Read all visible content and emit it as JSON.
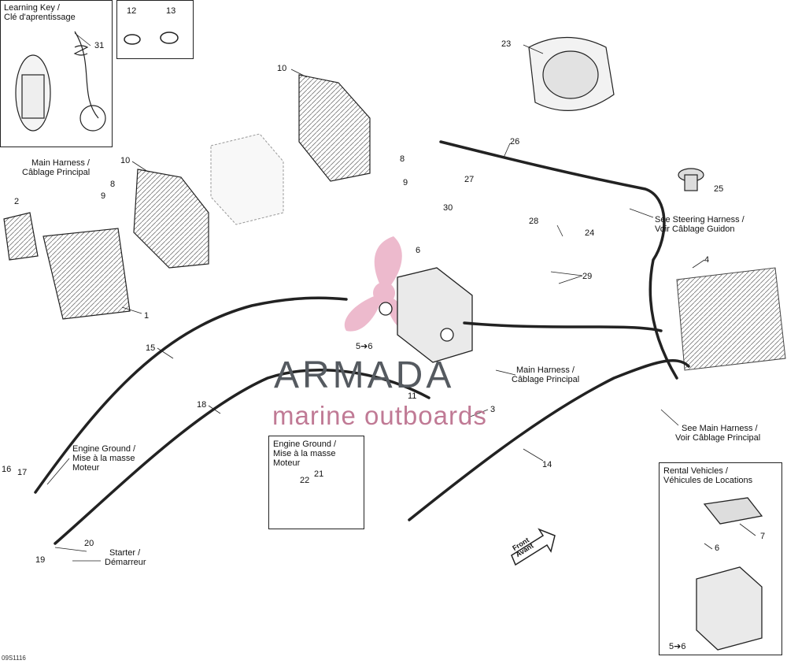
{
  "labels": {
    "learning_key_1": "Learning Key /",
    "learning_key_2": "Clé d'aprentissage",
    "main_harness_left_1": "Main Harness /",
    "main_harness_left_2": "Câblage Principal",
    "see_steering_1": "See Steering Harness /",
    "see_steering_2": "Voir Câblage Guidon",
    "main_harness_mid_1": "Main Harness /",
    "main_harness_mid_2": "Câblage Principal",
    "see_main_1": "See Main Harness /",
    "see_main_2": "Voir Câblage Principal",
    "engine_ground_left_1": "Engine Ground /",
    "engine_ground_left_2": "Mise à la masse",
    "engine_ground_left_3": "Moteur",
    "engine_ground_box_1": "Engine Ground /",
    "engine_ground_box_2": "Mise à la masse",
    "engine_ground_box_3": "Moteur",
    "starter_1": "Starter /",
    "starter_2": "Démarreur",
    "rental_1": "Rental Vehicles /",
    "rental_2": "Véhicules de Locations",
    "battery_ref_main": "5➔6",
    "battery_ref_rental": "5➔6",
    "front_1": "Front",
    "front_2": "Avant",
    "figure_code": "09S1116"
  },
  "part_numbers": {
    "n1": "1",
    "n2": "2",
    "n3": "3",
    "n4": "4",
    "n6a": "6",
    "n6b": "6",
    "n7": "7",
    "n8a": "8",
    "n8b": "8",
    "n9a": "9",
    "n9b": "9",
    "n10a": "10",
    "n10b": "10",
    "n11": "11",
    "n12": "12",
    "n13": "13",
    "n14": "14",
    "n15": "15",
    "n16": "16",
    "n17": "17",
    "n18": "18",
    "n19": "19",
    "n20": "20",
    "n21": "21",
    "n22": "22",
    "n23": "23",
    "n24": "24",
    "n25": "25",
    "n26": "26",
    "n27": "27",
    "n28": "28",
    "n29": "29",
    "n30": "30",
    "n31": "31"
  },
  "watermark": {
    "title": "ARMADA",
    "subtitle": "marine outboards",
    "logo_color": "#e7a3bd",
    "title_color": "#555a60",
    "subtitle_color": "#c07a95"
  }
}
